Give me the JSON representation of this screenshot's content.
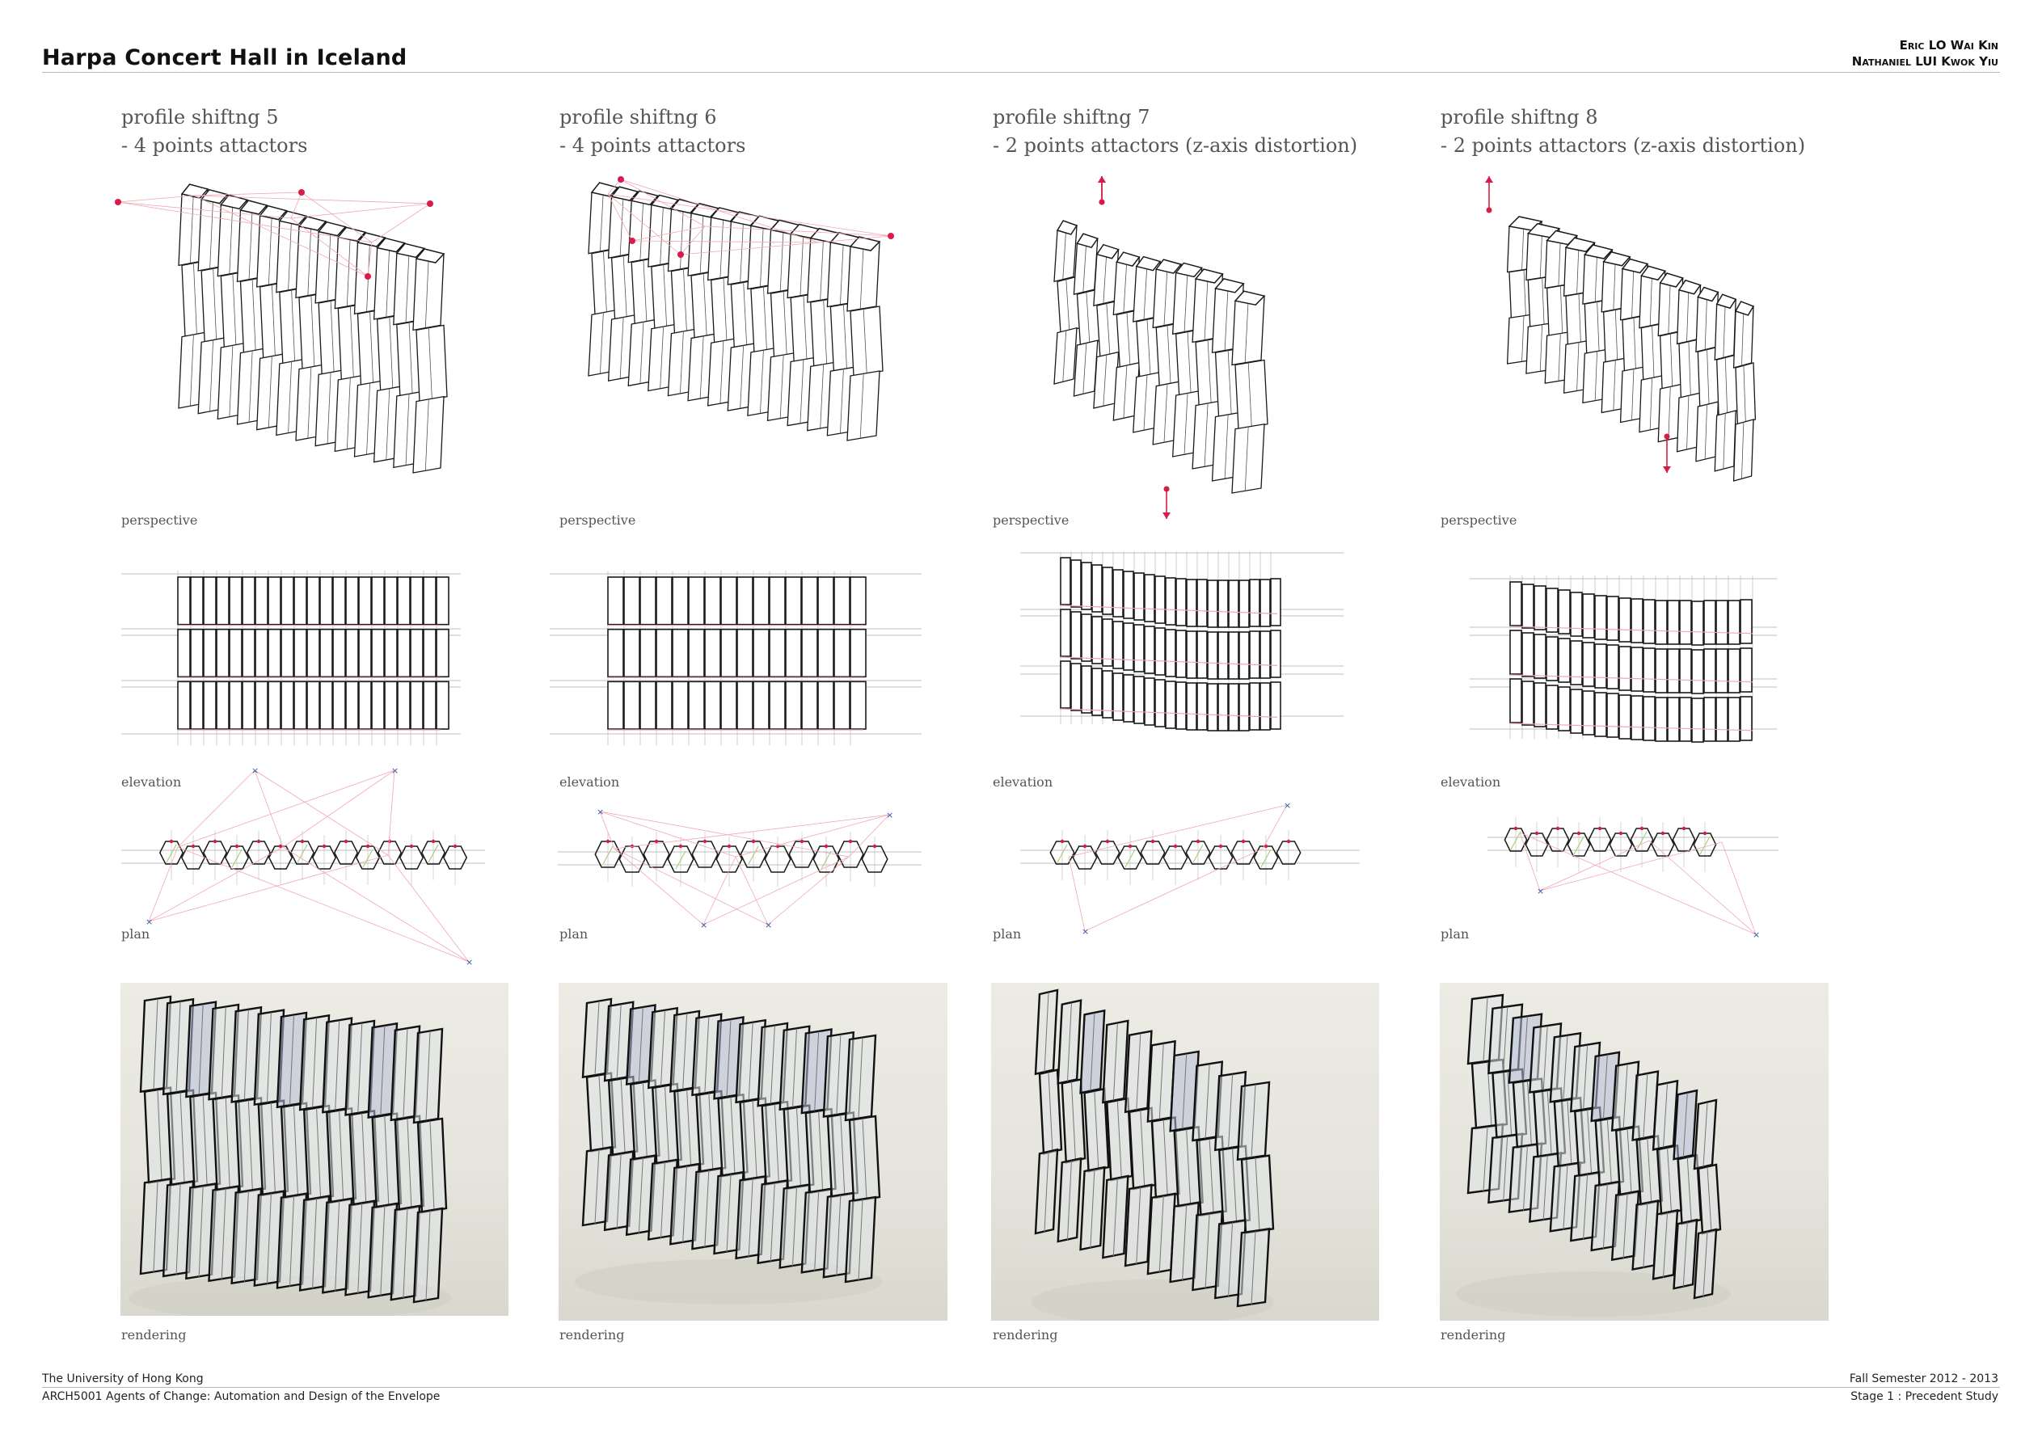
{
  "header": {
    "title": "Harpa Concert Hall in Iceland",
    "author1": "Eric LO Wai Kin",
    "author2": "Nathaniel LUI Kwok Yiu"
  },
  "labels": {
    "perspective": "perspective",
    "elevation": "elevation",
    "plan": "plan",
    "rendering": "rendering"
  },
  "columns": [
    {
      "title": "profile shiftng 5",
      "subtitle": "- 4 points attactors"
    },
    {
      "title": "profile shiftng 6",
      "subtitle": "- 4 points attactors"
    },
    {
      "title": "profile shiftng 7",
      "subtitle": "- 2 points attactors (z-axis distortion)"
    },
    {
      "title": "profile shiftng 8",
      "subtitle": "- 2 points attactors (z-axis distortion)"
    }
  ],
  "footer": {
    "university": "The University of Hong Kong",
    "course": "ARCH5001 Agents of Change: Automation and Design of the Envelope",
    "semester": "Fall Semester 2012 - 2013",
    "stage": "Stage 1 :  Precedent  Study"
  },
  "colors": {
    "attractor": "#d81b4a",
    "guide": "#f1a7b3",
    "line": "#1a1a1a",
    "plan_cross": "#3355aa",
    "plan_green": "#9ccc65"
  }
}
